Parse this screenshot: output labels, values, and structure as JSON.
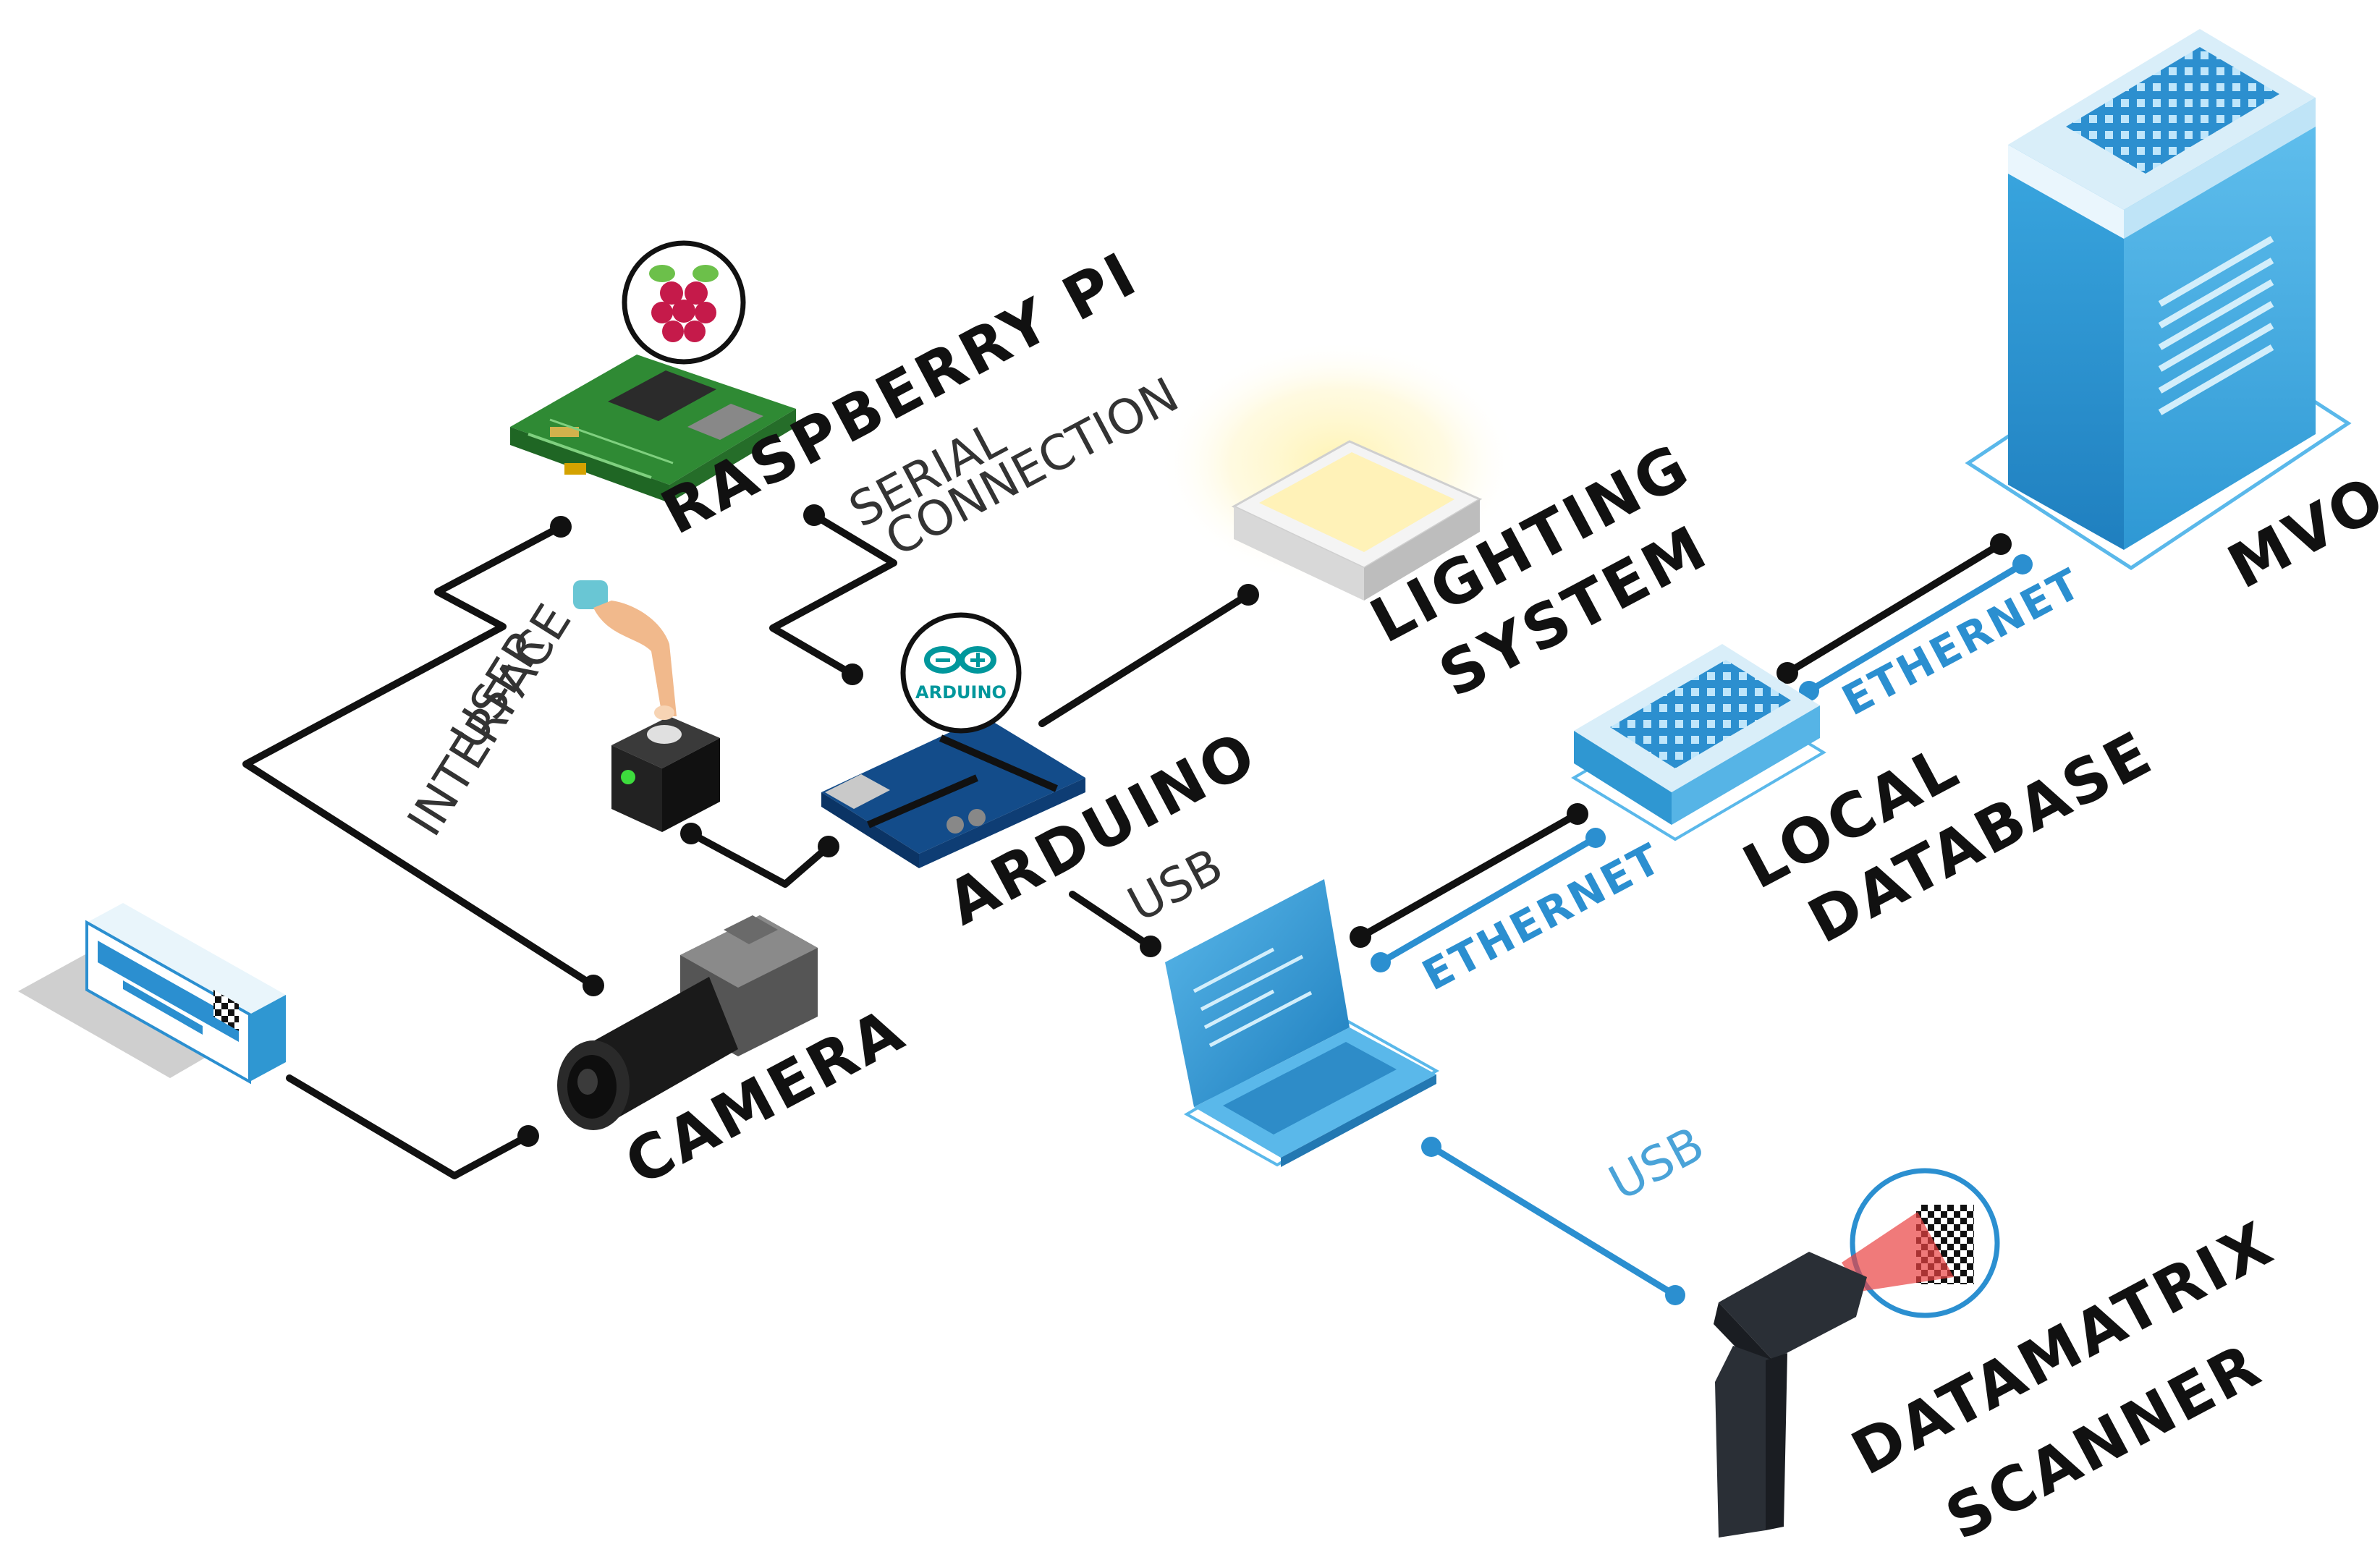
{
  "labels": {
    "raspberry_pi": "RASPBERRY PI",
    "serial_1": "SERIAL",
    "serial_2": "CONNECTION",
    "user_1": "USER",
    "user_2": "INTERFACE",
    "arduino": "ARDUINO",
    "arduino_logo": "ARDUINO",
    "usb_1": "USB",
    "usb_2": "USB",
    "lighting_1": "LIGHTING",
    "lighting_2": "SYSTEM",
    "local_1": "LOCAL",
    "local_2": "DATABASE",
    "ethernet_1": "ETHERNET",
    "ethernet_2": "ETHERNET",
    "mvo": "MVO",
    "camera": "CAMERA",
    "scanner_1": "DATAMATRIX",
    "scanner_2": "SCANNER"
  },
  "colors": {
    "wire": "#111111",
    "network": "#2b8fd0",
    "server_blue": "#2f97d2",
    "pcb_green": "#3a9b3e",
    "raspberry_red": "#c51a4a",
    "arduino_teal": "#00979c"
  },
  "icons": [
    "raspberry-pi-board-icon",
    "raspberry-logo-icon",
    "arduino-board-icon",
    "arduino-logo-icon",
    "push-button-icon",
    "hand-icon",
    "camera-icon",
    "product-box-icon",
    "lighting-panel-icon",
    "laptop-icon",
    "local-database-icon",
    "server-tower-icon",
    "barcode-scanner-icon"
  ]
}
